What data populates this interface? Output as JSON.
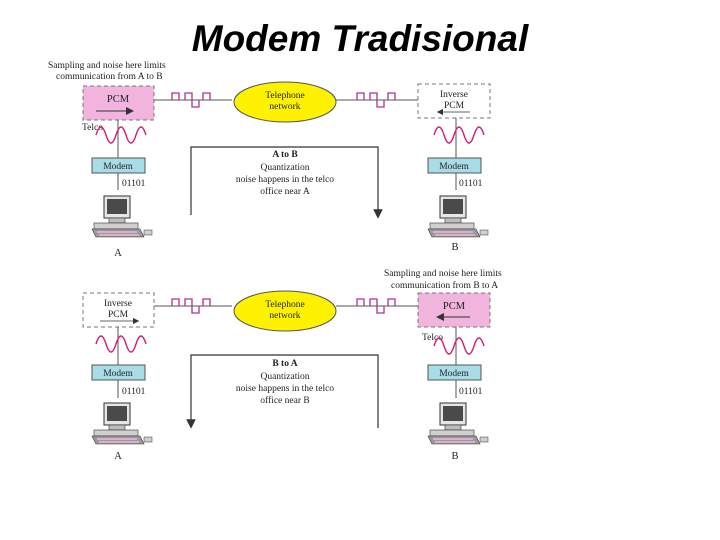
{
  "title": "Modem Tradisional",
  "colors": {
    "pcm_fill": "#f0b4dd",
    "modem_fill": "#a8dde8",
    "network_fill": "#fff200",
    "wave": "#d0207a",
    "pulse": "#b03090"
  },
  "top": {
    "note_lines": [
      "Sampling and noise here limits",
      "communication from A to B"
    ],
    "left_box": "PCM",
    "right_box_lines": [
      "Inverse",
      "PCM"
    ],
    "telco": "Telco",
    "network_lines": [
      "Telephone",
      "network"
    ],
    "left_modem": "Modem",
    "right_modem": "Modem",
    "left_bits": "01101",
    "right_bits": "01101",
    "direction": "A to B",
    "desc_lines": [
      "Quantization",
      "noise happens in the telco",
      "office near A"
    ],
    "left_station": "A",
    "right_station": "B"
  },
  "bottom": {
    "note_lines": [
      "Sampling and noise here limits",
      "communication from B to A"
    ],
    "left_box_lines": [
      "Inverse",
      "PCM"
    ],
    "right_box": "PCM",
    "telco": "Telco",
    "network_lines": [
      "Telephone",
      "network"
    ],
    "left_modem": "Modem",
    "right_modem": "Modem",
    "left_bits": "01101",
    "right_bits": "01101",
    "direction": "B to A",
    "desc_lines": [
      "Quantization",
      "noise happens in the telco",
      "office near B"
    ],
    "left_station": "A",
    "right_station": "B"
  }
}
